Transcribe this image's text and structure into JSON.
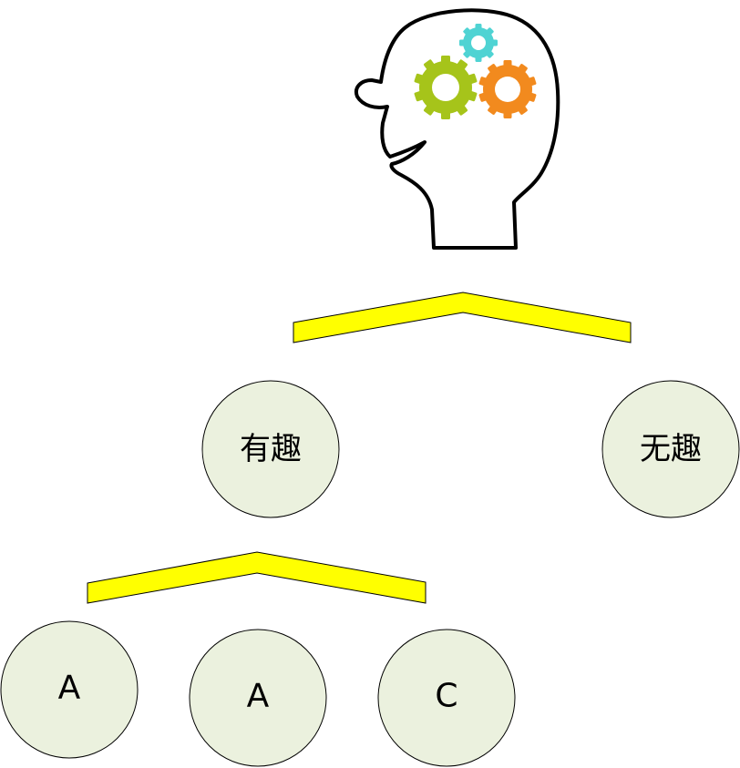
{
  "colors": {
    "bracket_fill": "#ffff00",
    "node_fill": "#ebf1de",
    "gear_green": "#a6c41a",
    "gear_orange": "#f28a1e",
    "gear_cyan": "#4fd3d3"
  },
  "icon": "head-with-gears-icon",
  "nodes": {
    "interesting": "有趣",
    "boring": "无趣",
    "leaf_1": "A",
    "leaf_2": "A",
    "leaf_3": "C"
  }
}
